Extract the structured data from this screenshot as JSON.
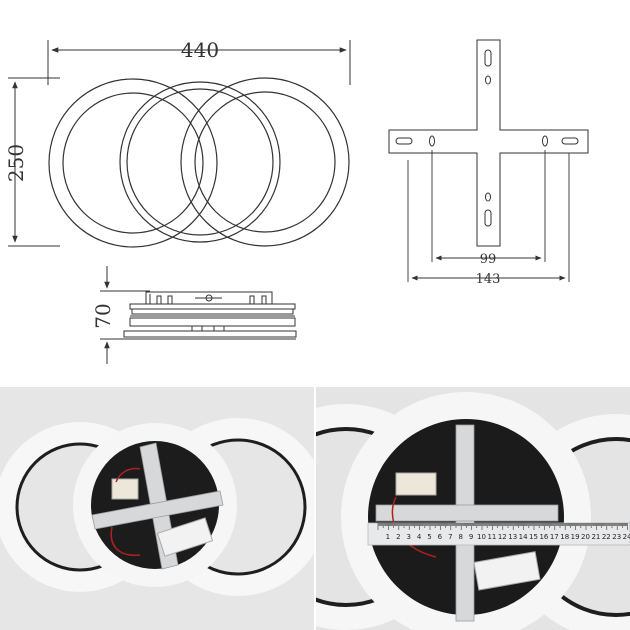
{
  "dimensions": {
    "width": "440",
    "height": "250",
    "depth": "70",
    "bracket_inner": "99",
    "bracket_outer": "143"
  },
  "ruler_left": {
    "ticks": [
      "1",
      "2",
      "3",
      "4",
      "5",
      "6",
      "7",
      "8",
      "9",
      "10",
      "11",
      "12",
      "13",
      "14",
      "15",
      "16",
      "17",
      "18",
      "19",
      "20",
      "21",
      "22",
      "23",
      "24"
    ]
  },
  "colors": {
    "line": "#333333",
    "photo_bg": "#e8e8e8",
    "acrylic": "#f4f4f4",
    "frame_black": "#1b1b1b",
    "metal": "#d9dbdc"
  }
}
